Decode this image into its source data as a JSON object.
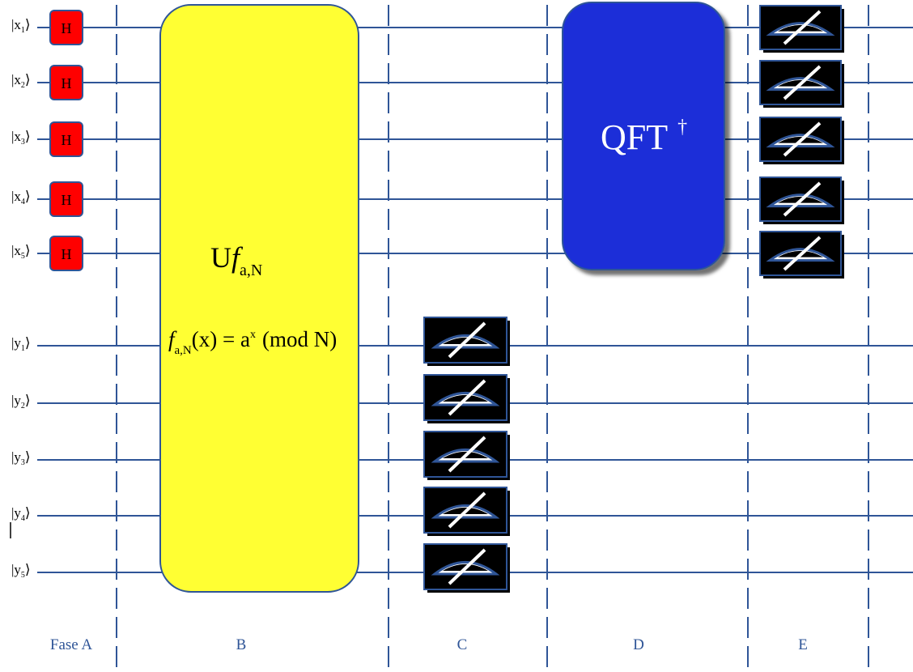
{
  "colors": {
    "wire": "#2f5597",
    "divider": "#2f5597",
    "hadamard_fill": "#ff0000",
    "oracle_fill": "#ffff33",
    "qft_fill": "#1a2ed8",
    "meter_fill": "#000000",
    "phase_label": "#2f5597"
  },
  "qubits": {
    "x": [
      {
        "letter": "x",
        "index": "1"
      },
      {
        "letter": "x",
        "index": "2"
      },
      {
        "letter": "x",
        "index": "3"
      },
      {
        "letter": "x",
        "index": "4"
      },
      {
        "letter": "x",
        "index": "5"
      }
    ],
    "y": [
      {
        "letter": "y",
        "index": "1"
      },
      {
        "letter": "y",
        "index": "2"
      },
      {
        "letter": "y",
        "index": "3"
      },
      {
        "letter": "y",
        "index": "4"
      },
      {
        "letter": "y",
        "index": "5"
      }
    ]
  },
  "hadamard_label": "H",
  "oracle": {
    "name_U": "U",
    "name_f": "f",
    "name_sub": "a,N",
    "eq_f": "f",
    "eq_sub": "a,N",
    "eq_mid": "(x) = a",
    "eq_sup": "x",
    "eq_end": "(mod N)"
  },
  "qft": {
    "label": "QFT",
    "dagger": "†"
  },
  "meter_icon": "measurement-meter-icon",
  "phases": [
    "Fase  A",
    "B",
    "C",
    "D",
    "E"
  ]
}
